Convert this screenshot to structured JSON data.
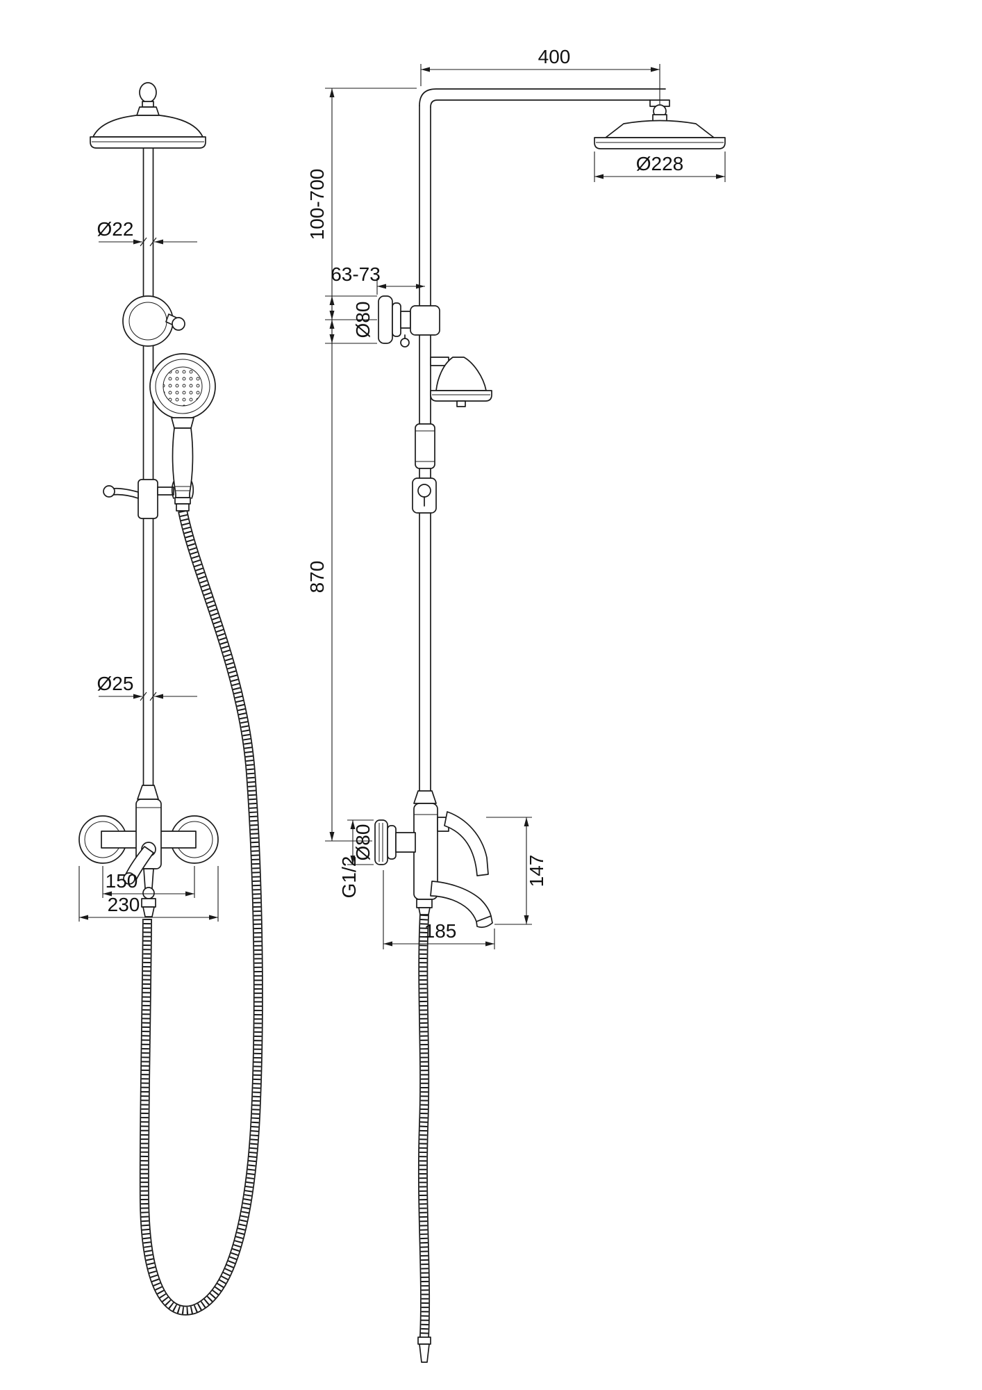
{
  "drawing": {
    "subject": "shower-column-technical-drawing",
    "line_color": "#1a1a1a",
    "background": "#ffffff"
  },
  "dims": {
    "arm_length": "400",
    "head_diameter": "Ø228",
    "height_adjust_range": "100-700",
    "wall_offset_range": "63-73",
    "top_bracket_diameter": "Ø80",
    "upper_pipe_diameter": "Ø22",
    "column_height": "870",
    "lower_pipe_diameter": "Ø25",
    "handle_centers_width": "150",
    "mixer_overall_width": "230",
    "mixer_flange_diameter": "Ø80",
    "thread_size": "G1/2",
    "spout_height": "147",
    "spout_reach": "185"
  }
}
